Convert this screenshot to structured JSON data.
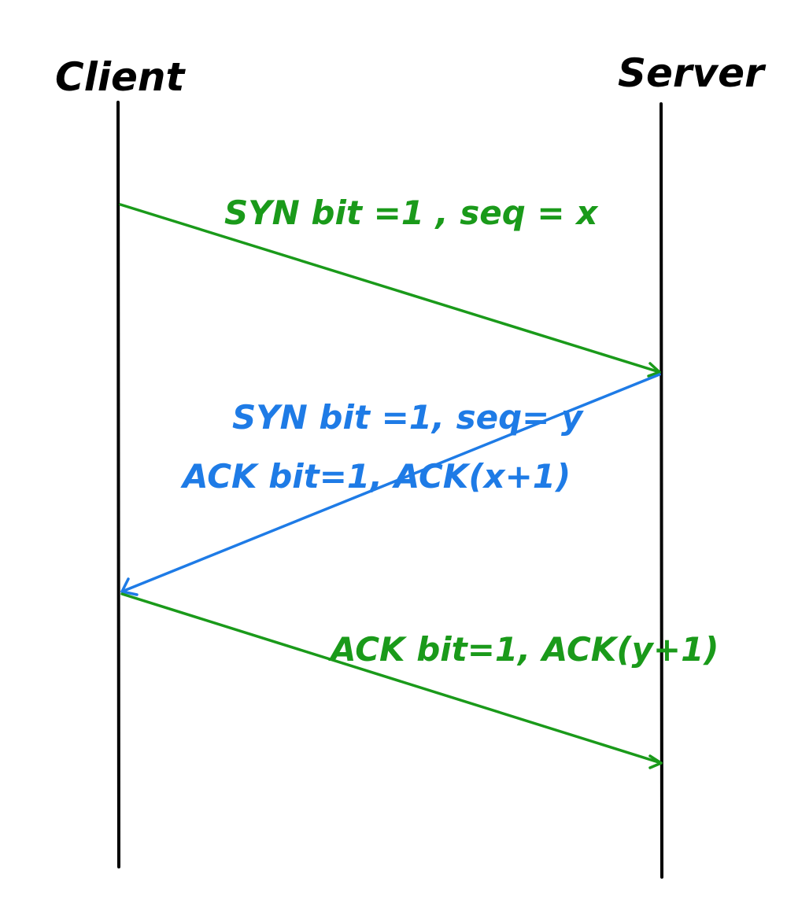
{
  "participants": {
    "client": "Client",
    "server": "Server"
  },
  "messages": [
    {
      "label_line1": "SYN bit =1 , seq = x",
      "label_line2": "",
      "direction": "client-to-server",
      "color": "#1a9a1a"
    },
    {
      "label_line1": "SYN bit =1, seq= y",
      "label_line2": "ACK bit=1, ACK(x+1)",
      "direction": "server-to-client",
      "color": "#1e7be6"
    },
    {
      "label_line1": "ACK bit=1, ACK(y+1)",
      "label_line2": "",
      "direction": "client-to-server",
      "color": "#1a9a1a"
    }
  ]
}
